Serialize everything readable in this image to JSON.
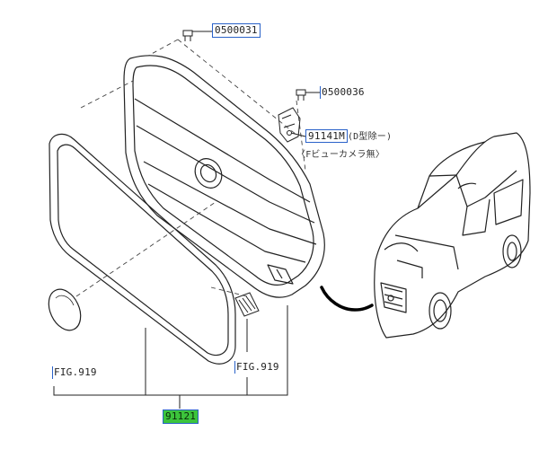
{
  "callouts": {
    "clip_upper": "0500031",
    "clip_lower": "0500036",
    "bracket": "91141M",
    "bracket_suffix": "(D型除ー)",
    "camera_note": "〈Fビューカメラ無〉",
    "fig_left": "FIG.919",
    "fig_right": "FIG.919",
    "main_part": "91121"
  },
  "colors": {
    "callout_border": "#2a62c9",
    "highlight": "#3cc43c",
    "line": "#222222",
    "pointer": "#000000"
  }
}
